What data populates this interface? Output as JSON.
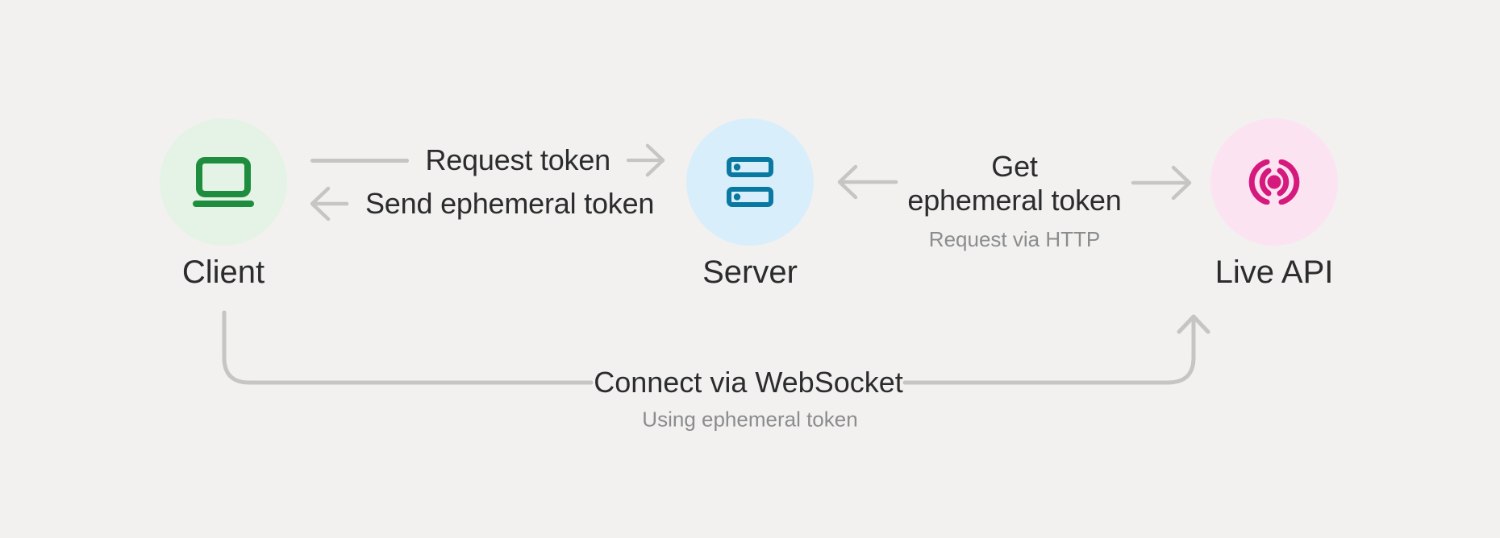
{
  "nodes": [
    {
      "label": "Client",
      "icon": "laptop-icon",
      "circle_color": "#e4f3e6",
      "icon_color": "#1e8e3e"
    },
    {
      "label": "Server",
      "icon": "server-icon",
      "circle_color": "#d9eefb",
      "icon_color": "#0979a2"
    },
    {
      "label": "Live API",
      "icon": "live-broadcast-icon",
      "circle_color": "#fce3f2",
      "icon_color": "#d6197d"
    }
  ],
  "flows": {
    "request_token": {
      "label": "Request token",
      "from": "Client",
      "to": "Server"
    },
    "send_ephemeral_token": {
      "label": "Send ephemeral token",
      "from": "Server",
      "to": "Client"
    },
    "get_ephemeral_token": {
      "lines": [
        "Get",
        "ephemeral token"
      ],
      "sublabel": "Request via HTTP",
      "from": "Server",
      "to": "Live API"
    },
    "connect_websocket": {
      "label": "Connect via WebSocket",
      "sublabel": "Using ephemeral token",
      "from": "Client",
      "to": "Live API"
    }
  },
  "colors": {
    "background": "#f2f1ef",
    "connector_gray": "#c6c5c3",
    "text_primary": "#2b2c2e",
    "text_secondary": "#8a8c8e"
  }
}
